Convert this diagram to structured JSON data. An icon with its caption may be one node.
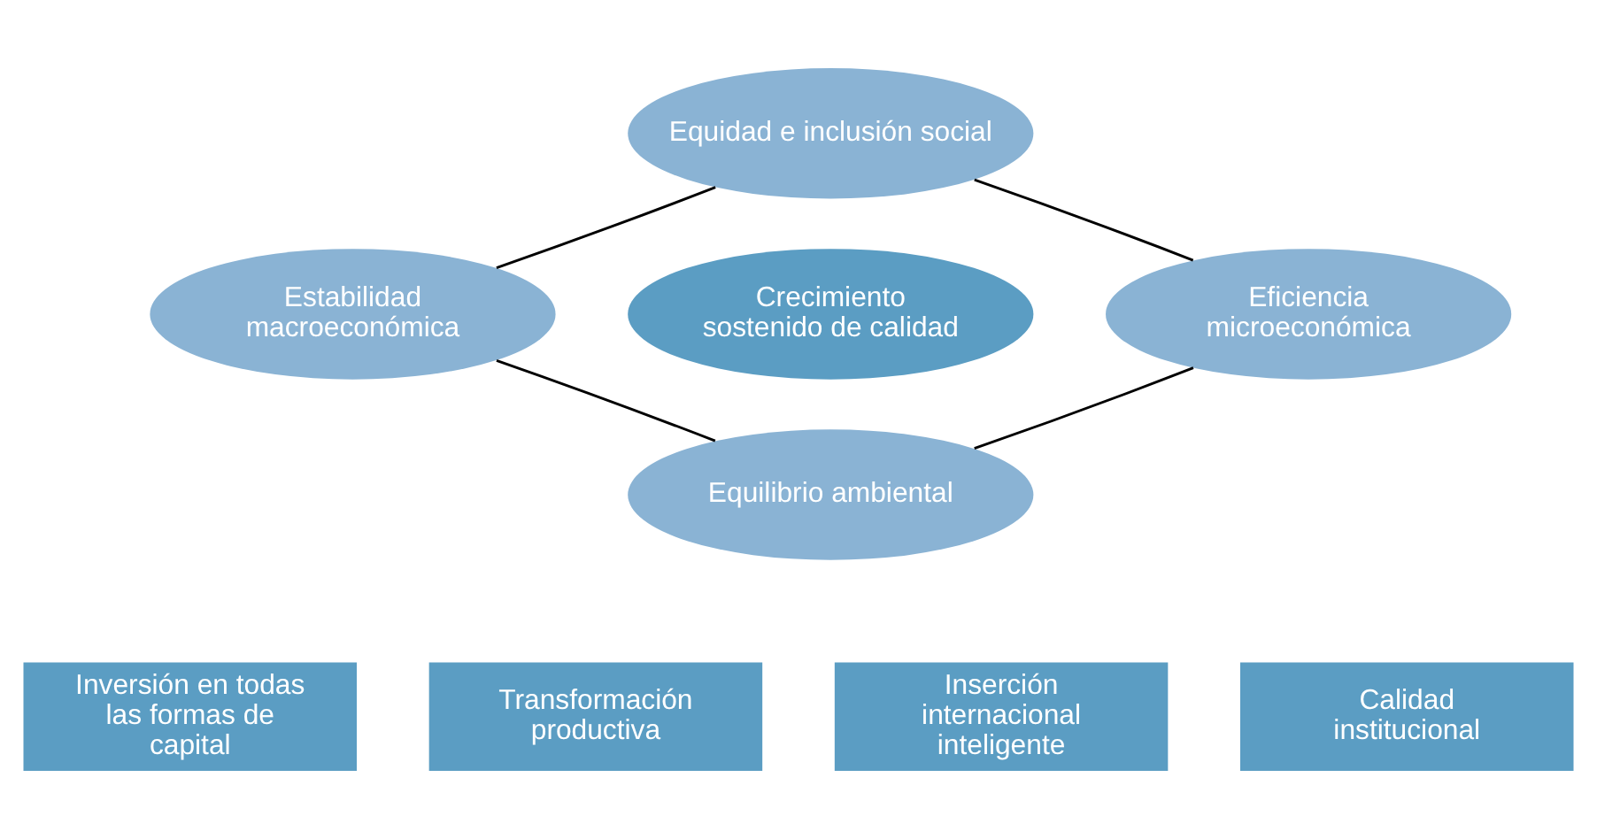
{
  "diagram": {
    "nodes": [
      {
        "text": [
          "Equidad e inclusión social"
        ]
      },
      {
        "text": [
          "Estabilidad macroeconómica"
        ]
      },
      {
        "text": [
          "Crecimiento sostenido de calidad"
        ]
      },
      {
        "text": [
          "Eficiencia microeconómica"
        ]
      },
      {
        "text": [
          "Equilibrio ambiental"
        ]
      },
      {
        "text": [
          "Inversión en todas las formas de capital"
        ]
      },
      {
        "text": [
          "Transformación productiva"
        ]
      },
      {
        "text": [
          "Inserción internacional inteligente"
        ]
      },
      {
        "text": [
          "Calidad institucional"
        ]
      }
    ],
    "edges": [
      {
        "from": 0,
        "to": 3,
        "arrow": "none"
      },
      {
        "from": 3,
        "to": 4,
        "arrow": "none"
      },
      {
        "from": 4,
        "to": 1,
        "arrow": "none"
      },
      {
        "from": 1,
        "to": 0,
        "arrow": "none"
      }
    ]
  }
}
